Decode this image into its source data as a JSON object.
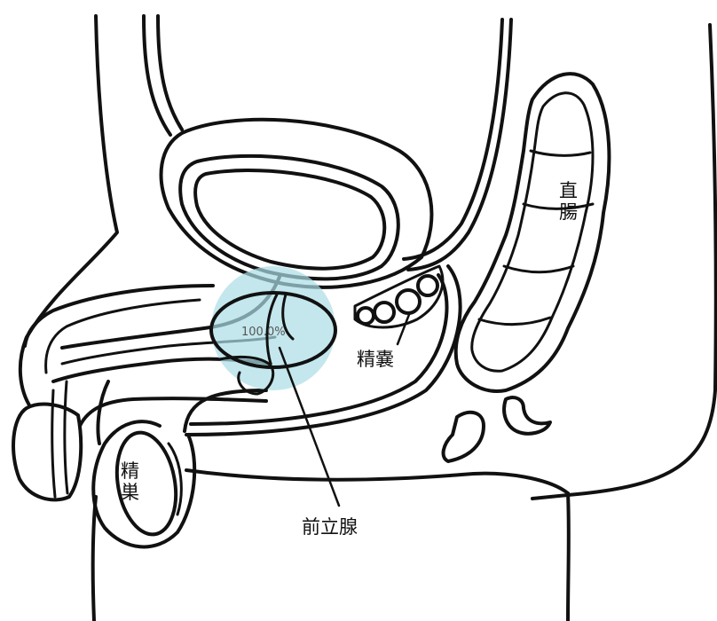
{
  "labels": {
    "rectum": "直腸",
    "seminal_vesicle": "精嚢",
    "testis": "精巣",
    "prostate": "前立腺"
  },
  "prostate_highlight": {
    "percent_text": "100.0%",
    "color": "#a9dde6"
  }
}
